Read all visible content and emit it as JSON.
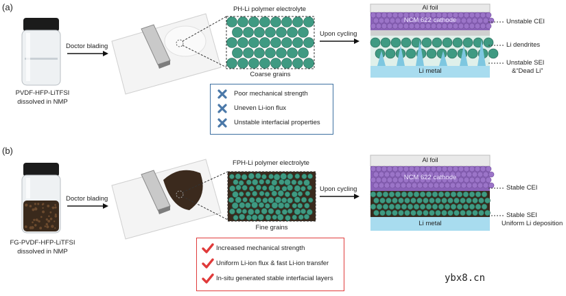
{
  "panels": [
    {
      "label": "(a)",
      "precursor": [
        "PVDF-HFP-LiTFSI",
        "dissolved in NMP"
      ],
      "process": "Doctor blading",
      "electrolyte_title": "PH-Li polymer electrolyte",
      "grain_label": "Coarse grains",
      "cycling": "Upon cycling",
      "cell": {
        "top": "Al foil",
        "cathode": "NCM 622 cathode",
        "anode": "Li metal"
      },
      "callouts": [
        "Unstable CEI",
        "Li dendrites",
        "Unstable SEI",
        "&“Dead Li”"
      ],
      "properties": {
        "status": "negative",
        "items": [
          "Poor mechanical strength",
          "Uneven Li-ion flux",
          "Unstable interfacial properties"
        ]
      }
    },
    {
      "label": "(b)",
      "precursor": [
        "FG-PVDF-HFP-LiTFSI",
        "dissolved in NMP"
      ],
      "process": "Doctor blading",
      "electrolyte_title": "FPH-Li polymer electrolyte",
      "grain_label": "Fine grains",
      "cycling": "Upon cycling",
      "cell": {
        "top": "Al foil",
        "cathode": "NCM 622 cathode",
        "anode": "Li metal"
      },
      "callouts": [
        "Stable CEI",
        "Stable SEI",
        "Uniform Li deposition"
      ],
      "properties": {
        "status": "positive",
        "items": [
          "Increased mechanical strength",
          "Uniform Li-ion flux & fast Li-ion transfer",
          "In-situ generated stable interfacial layers"
        ]
      }
    }
  ],
  "watermark": "ybx8.cn",
  "colors": {
    "grain": "#3f9a82",
    "grain_dark": "#1e5e4e",
    "cathode": "#8a62b8",
    "electrolyte_band": "#3b8f76",
    "li_metal": "#a8dcef",
    "al_foil": "#e9e9e9",
    "negative_border": "#3c6fa0",
    "negative_mark": "#4a78a8",
    "positive_border": "#e03a3a",
    "positive_mark": "#e03a3a",
    "dendrite": "#7ec7e0"
  }
}
